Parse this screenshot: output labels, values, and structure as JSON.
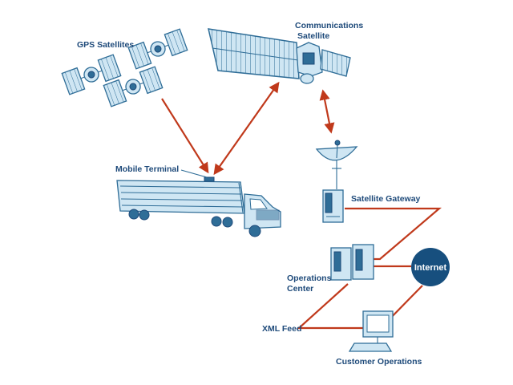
{
  "labels": {
    "gps_satellites": "GPS Satellites",
    "communications_satellite_line1": "Communications",
    "communications_satellite_line2": "Satellite",
    "mobile_terminal": "Mobile Terminal",
    "satellite_gateway": "Satellite Gateway",
    "operations_center_line1": "Operations",
    "operations_center_line2": "Center",
    "internet": "Internet",
    "xml_feed": "XML Feed",
    "customer_operations": "Customer Operations"
  },
  "colors": {
    "connector": "#c0391b",
    "outline": "#2f6d97",
    "fill": "#cfe6f3",
    "label": "#1e4a7a",
    "internet_node": "#174f7e"
  }
}
